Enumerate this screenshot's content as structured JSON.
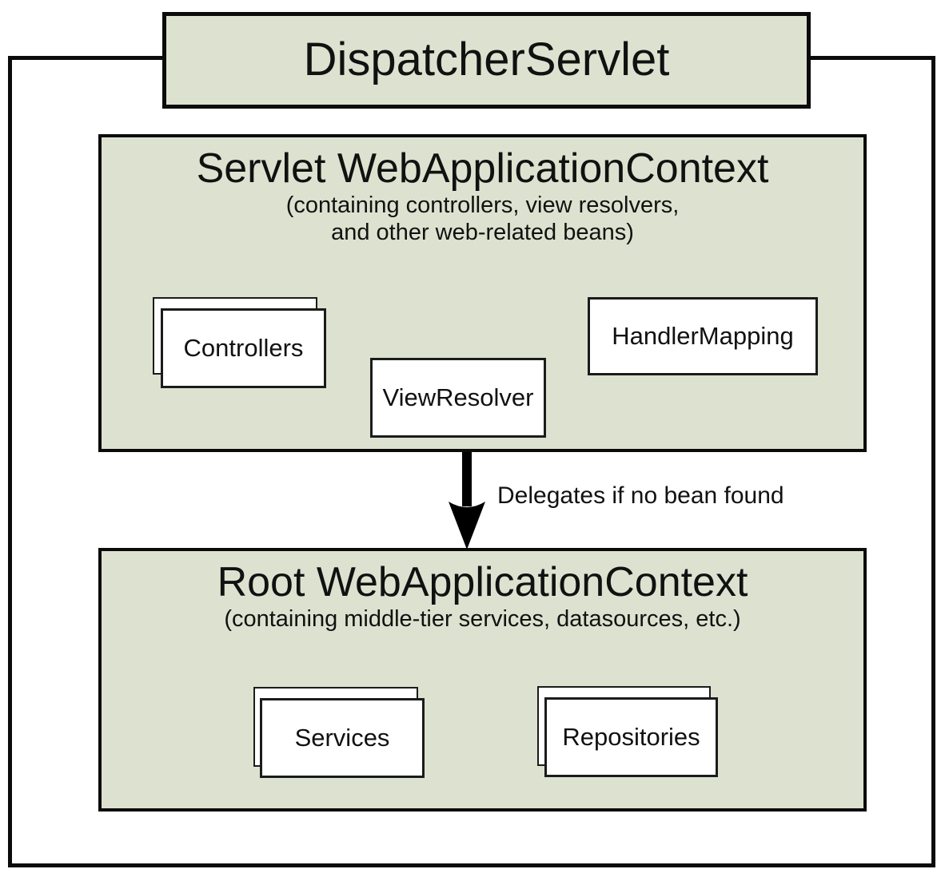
{
  "diagram": {
    "colors": {
      "box_fill": "#dde2d0",
      "border": "#000000",
      "background": "#ffffff"
    },
    "dispatcher_servlet": {
      "label": "DispatcherServlet"
    },
    "servlet_context": {
      "title": "Servlet WebApplicationContext",
      "subtitle_line1": "(containing controllers, view resolvers,",
      "subtitle_line2": "and other web-related beans)",
      "beans": {
        "controllers": "Controllers",
        "view_resolver": "ViewResolver",
        "handler_mapping": "HandlerMapping"
      }
    },
    "arrow": {
      "label": "Delegates if no bean found"
    },
    "root_context": {
      "title": "Root WebApplicationContext",
      "subtitle": "(containing middle-tier services, datasources, etc.)",
      "beans": {
        "services": "Services",
        "repositories": "Repositories"
      }
    }
  }
}
